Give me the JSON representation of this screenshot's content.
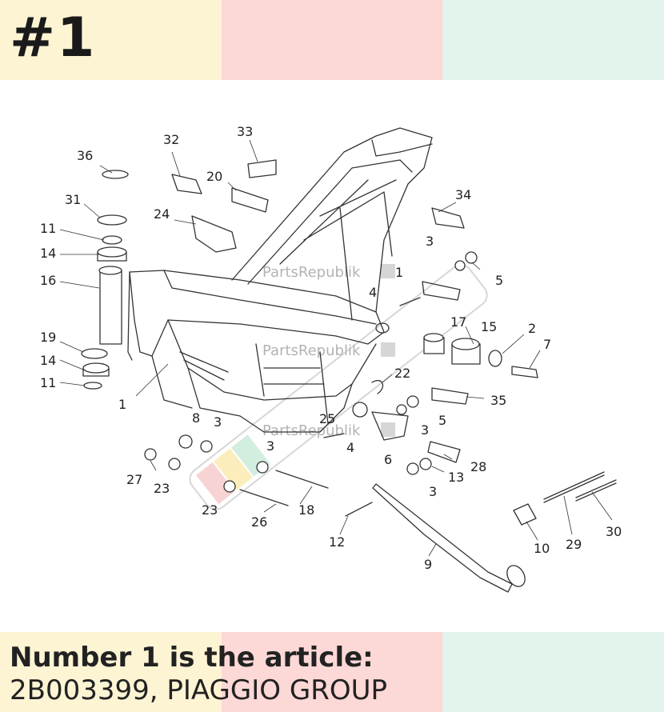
{
  "badge": "#1",
  "caption": {
    "line1": "Number 1 is the article:",
    "line2": "2B003399, PIAGGIO GROUP"
  },
  "watermark": "PartsRepublik",
  "callouts": [
    "36",
    "32",
    "33",
    "20",
    "34",
    "31",
    "24",
    "11",
    "14",
    "3",
    "16",
    "1",
    "4",
    "5",
    "17",
    "15",
    "2",
    "19",
    "7",
    "22",
    "35",
    "8",
    "25",
    "6",
    "28",
    "27",
    "23",
    "18",
    "13",
    "26",
    "12",
    "9",
    "10",
    "29",
    "30"
  ]
}
